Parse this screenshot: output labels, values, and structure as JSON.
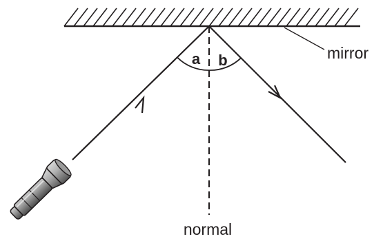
{
  "diagram": {
    "labels": {
      "mirror": "mirror",
      "normal": "normal",
      "angle_incidence": "a",
      "angle_reflection": "b"
    },
    "colors": {
      "ink": "#231f20",
      "torch_body": "#7d7d7d",
      "torch_highlight": "#d6d6d6",
      "background": "#ffffff"
    }
  }
}
